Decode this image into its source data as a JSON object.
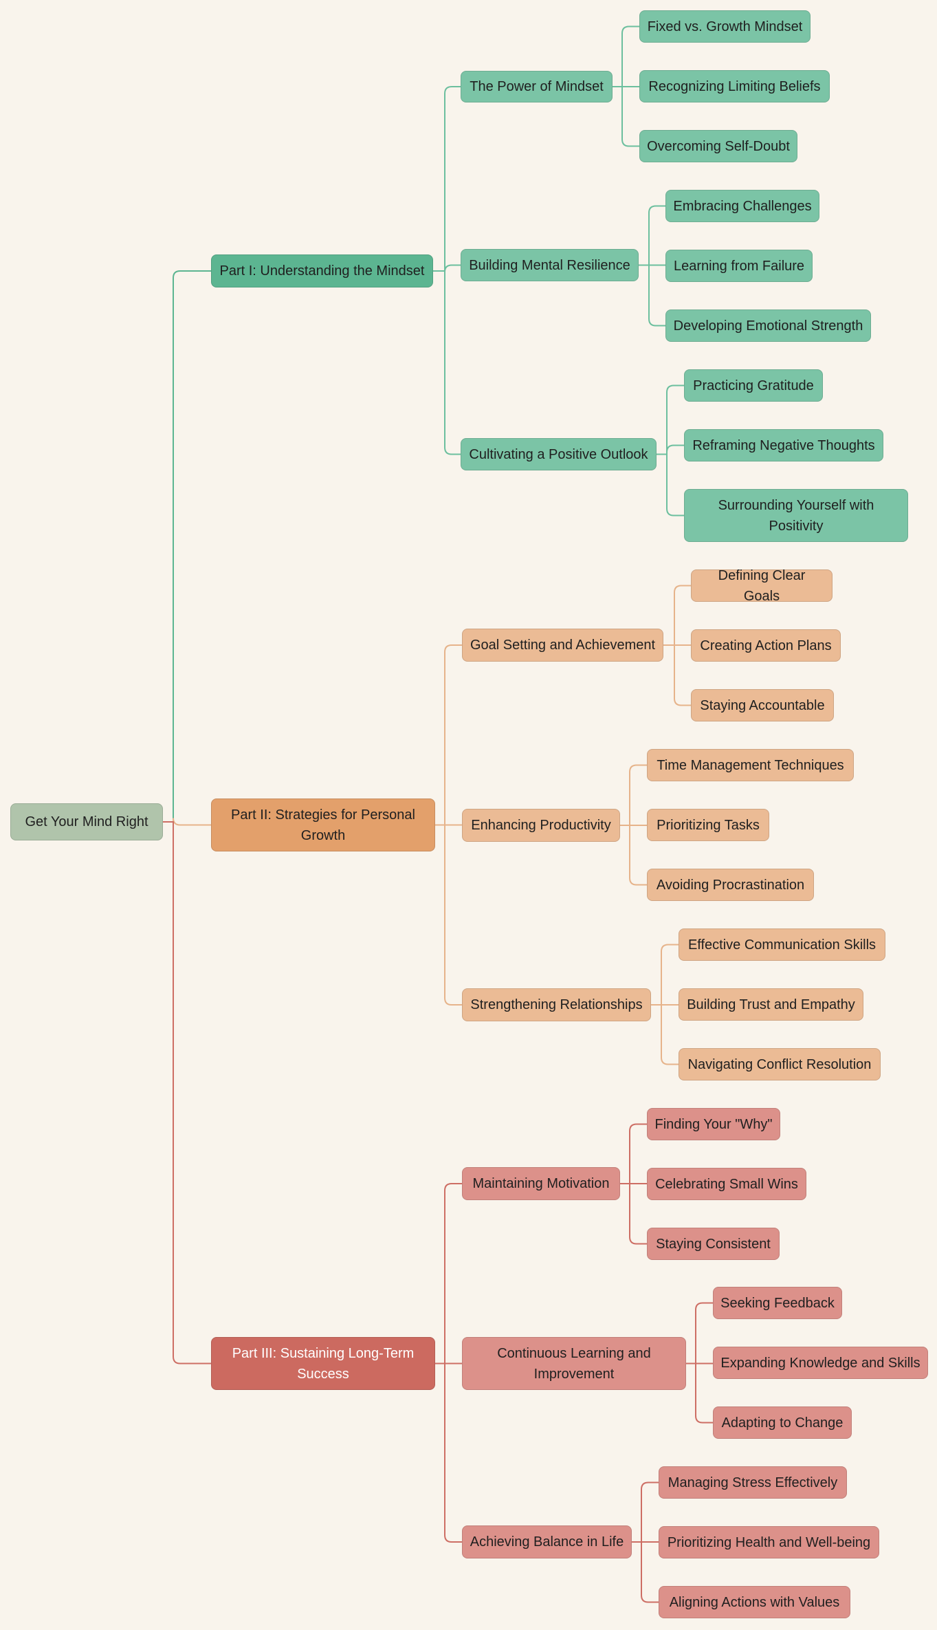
{
  "root": "Get Your Mind Right",
  "colors": {
    "background": "#f9f4ec",
    "root": "#b0c4ab",
    "part1": "#5cb591",
    "part1_light": "#7bc4a6",
    "part1_line": "#6cbf9e",
    "part2": "#e3a06b",
    "part2_light": "#ebbb95",
    "part2_line": "#e6b38a",
    "part3": "#cc6a60",
    "part3_light": "#dc918a",
    "part3_line": "#cd6e64"
  },
  "parts": [
    {
      "label": "Part I: Understanding the Mindset",
      "topics": [
        {
          "label": "The Power of Mindset",
          "items": [
            "Fixed vs. Growth Mindset",
            "Recognizing Limiting Beliefs",
            "Overcoming Self-Doubt"
          ]
        },
        {
          "label": "Building Mental Resilience",
          "items": [
            "Embracing Challenges",
            "Learning from Failure",
            "Developing Emotional Strength"
          ]
        },
        {
          "label": "Cultivating a Positive Outlook",
          "items": [
            "Practicing Gratitude",
            "Reframing Negative Thoughts",
            "Surrounding Yourself with Positivity"
          ]
        }
      ]
    },
    {
      "label": "Part II: Strategies for Personal Growth",
      "topics": [
        {
          "label": "Goal Setting and Achievement",
          "items": [
            "Defining Clear Goals",
            "Creating Action Plans",
            "Staying Accountable"
          ]
        },
        {
          "label": "Enhancing Productivity",
          "items": [
            "Time Management Techniques",
            "Prioritizing Tasks",
            "Avoiding Procrastination"
          ]
        },
        {
          "label": "Strengthening Relationships",
          "items": [
            "Effective Communication Skills",
            "Building Trust and Empathy",
            "Navigating Conflict Resolution"
          ]
        }
      ]
    },
    {
      "label": "Part III: Sustaining Long-Term Success",
      "topics": [
        {
          "label": "Maintaining Motivation",
          "items": [
            "Finding Your \"Why\"",
            "Celebrating Small Wins",
            "Staying Consistent"
          ]
        },
        {
          "label": "Continuous Learning and Improvement",
          "items": [
            "Seeking Feedback",
            "Expanding Knowledge and Skills",
            "Adapting to Change"
          ]
        },
        {
          "label": "Achieving Balance in Life",
          "items": [
            "Managing Stress Effectively",
            "Prioritizing Health and Well-being",
            "Aligning Actions with Values"
          ]
        }
      ]
    }
  ]
}
